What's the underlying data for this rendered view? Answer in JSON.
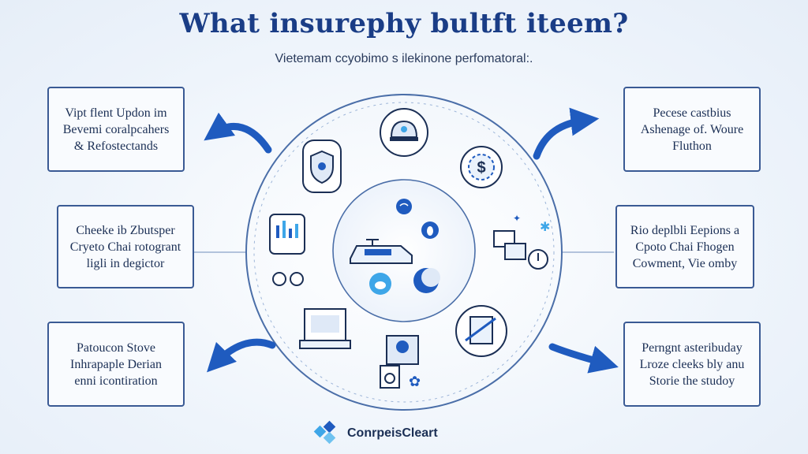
{
  "header": {
    "title": "What insurephy bultft iteem?",
    "subtitle": "Vietemam ccyobimo s ilekinone perfomatoral:."
  },
  "boxes": {
    "top_left": [
      "Vipt flent Updon im",
      "Bevemi coralpcahers",
      "& Refostectands"
    ],
    "middle_left": [
      "Cheeke ib Zbutsper",
      "Cryeto Chai rotogrant",
      "ligli in degictor"
    ],
    "bottom_left": [
      "Patoucon Stove",
      "Inhrapaple Derian",
      "enni icontiration"
    ],
    "top_right": [
      "Pecese castbius",
      "Ashenage of. Woure",
      "Fluthon"
    ],
    "middle_right": [
      "Rio deplbli Eepions a",
      "Cpoto Chai Fhogen",
      "Cowment, Vie omby"
    ],
    "bottom_right": [
      "Perngnt asteribuday",
      "Lroze cleeks bly anu",
      "Storie the studoy"
    ]
  },
  "icons": {
    "outer": [
      "helmet-icon",
      "shield-lock-icon",
      "dollar-coin-icon",
      "network-gear-icon",
      "document-scan-icon",
      "person-document-icon",
      "laptop-icon",
      "server-chart-icon"
    ],
    "inner": [
      "wifi-icon",
      "bug-icon",
      "car-icon",
      "moon-icon",
      "cloud-icon"
    ]
  },
  "colors": {
    "accent": "#1f5bbf",
    "light_accent": "#3ea6e8",
    "border": "#3a5a94",
    "title": "#1a3d86"
  },
  "brand": {
    "name": "ConrpeisCleart"
  }
}
